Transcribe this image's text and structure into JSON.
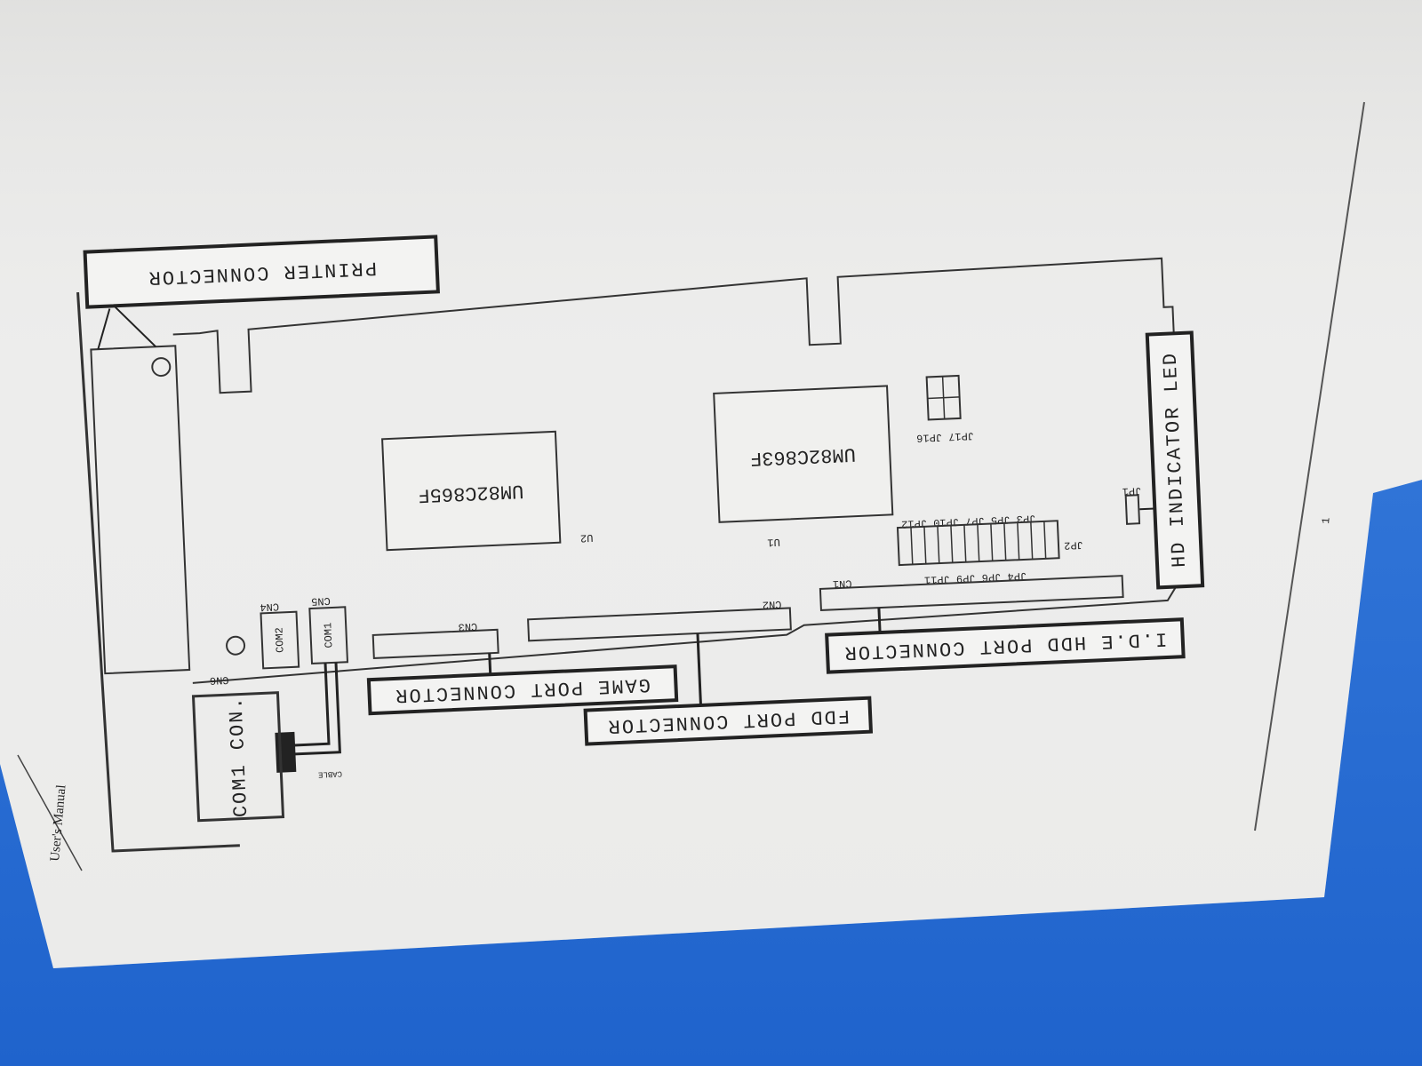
{
  "labels": {
    "printer_connector": "PRINTER CONNECTOR",
    "hd_indicator_led": "HD INDICATOR LED",
    "ide_hdd_port_connector": "I.D.E HDD PORT CONNECTOR",
    "game_port_connector": "GAME PORT CONNECTOR",
    "fdd_port_connector": "FDD PORT CONNECTOR",
    "com1_con": "COM1 CON.",
    "cable": "CABLE",
    "users_manual": "User's Manual",
    "page_number": "1"
  },
  "chips": {
    "u1": {
      "ref": "U1",
      "part": "UM82C863F"
    },
    "u2": {
      "ref": "U2",
      "part": "UM82C865F"
    }
  },
  "connectors": {
    "cn1": "CN1",
    "cn2": "CN2",
    "cn3": "CN3",
    "cn4": "CN4",
    "cn5": "CN5",
    "cn6": "CN6",
    "com1": "COM1",
    "com2": "COM2"
  },
  "jumpers": {
    "top_row": "JP3 JP5 JP7 JP10 JP12",
    "bottom_row": "JP4 JP6 JP9 JP11",
    "jp2": "JP2",
    "jp1": "JP1",
    "jp16_17": "JP17 JP16"
  }
}
